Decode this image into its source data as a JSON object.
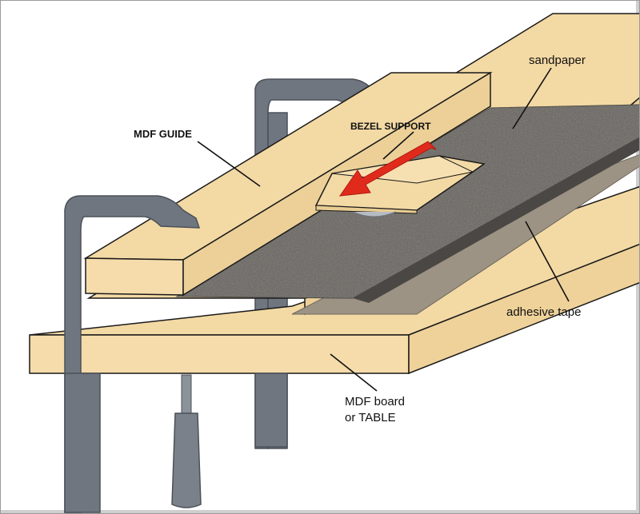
{
  "labels": {
    "mdf_guide": "MDF GUIDE",
    "bezel_support": "BEZEL SUPPORT",
    "sandpaper": "sandpaper",
    "adhesive_tape": "adhesive tape",
    "mdf_board_line1": "MDF board",
    "mdf_board_line2": "or TABLE"
  },
  "colors": {
    "wood": "#f3d9a4",
    "wood_side": "#efd29a",
    "wood_outline": "#1a1a1a",
    "sandpaper": "#5e5a55",
    "sandpaper_edge": "#4a4744",
    "tape": "#9c9384",
    "clamp": "#6f7680",
    "clamp_dark": "#565c64",
    "arrow": "#e02a1c"
  },
  "icons": {
    "clamp": "c-clamp-icon",
    "arrow": "direction-arrow-icon"
  }
}
